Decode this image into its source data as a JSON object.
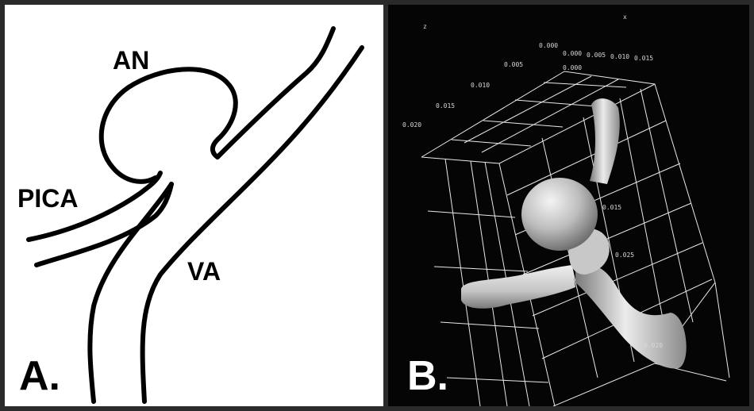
{
  "panel_a": {
    "labels": {
      "an": "AN",
      "pica": "PICA",
      "va": "VA"
    },
    "panel_letter": "A."
  },
  "panel_b": {
    "panel_letter": "B.",
    "axis_names": {
      "z": "z",
      "x": "x"
    },
    "tick_labels": [
      "0.000",
      "0.005",
      "0.010",
      "0.015",
      "0.020",
      "0.000",
      "0.005",
      "0.010",
      "0.015",
      "0.000",
      "0.015",
      "0.025",
      "0.020"
    ],
    "colors": {
      "background": "#050505",
      "grid": "#e8e8e8",
      "vessel": "#d9d9d9"
    }
  }
}
